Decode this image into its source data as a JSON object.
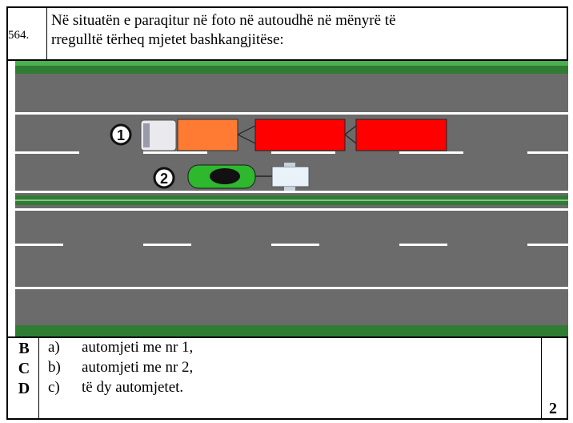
{
  "question": {
    "number": "564.",
    "text_line1": "Në situatën e paraqitur në foto në autoudhë në mënyrë të",
    "text_line2": "rregulltë tërheq mjetet bashkangjitëse:"
  },
  "figure": {
    "vehicle_1_marker": "1",
    "vehicle_2_marker": "2",
    "colors": {
      "grass": "#2e7d32",
      "asphalt": "#6b6b6b",
      "truck_cab": "#ff7a33",
      "trailer": "#ff0000",
      "car": "#2db82d",
      "car_trailer": "#e8f2f8"
    }
  },
  "answers": [
    {
      "letter": "B",
      "key": "a)",
      "text": "automjeti me nr 1,"
    },
    {
      "letter": "C",
      "key": "b)",
      "text": "automjeti me nr 2,"
    },
    {
      "letter": "D",
      "key": "c)",
      "text": "të dy automjetet."
    }
  ],
  "points": "2"
}
